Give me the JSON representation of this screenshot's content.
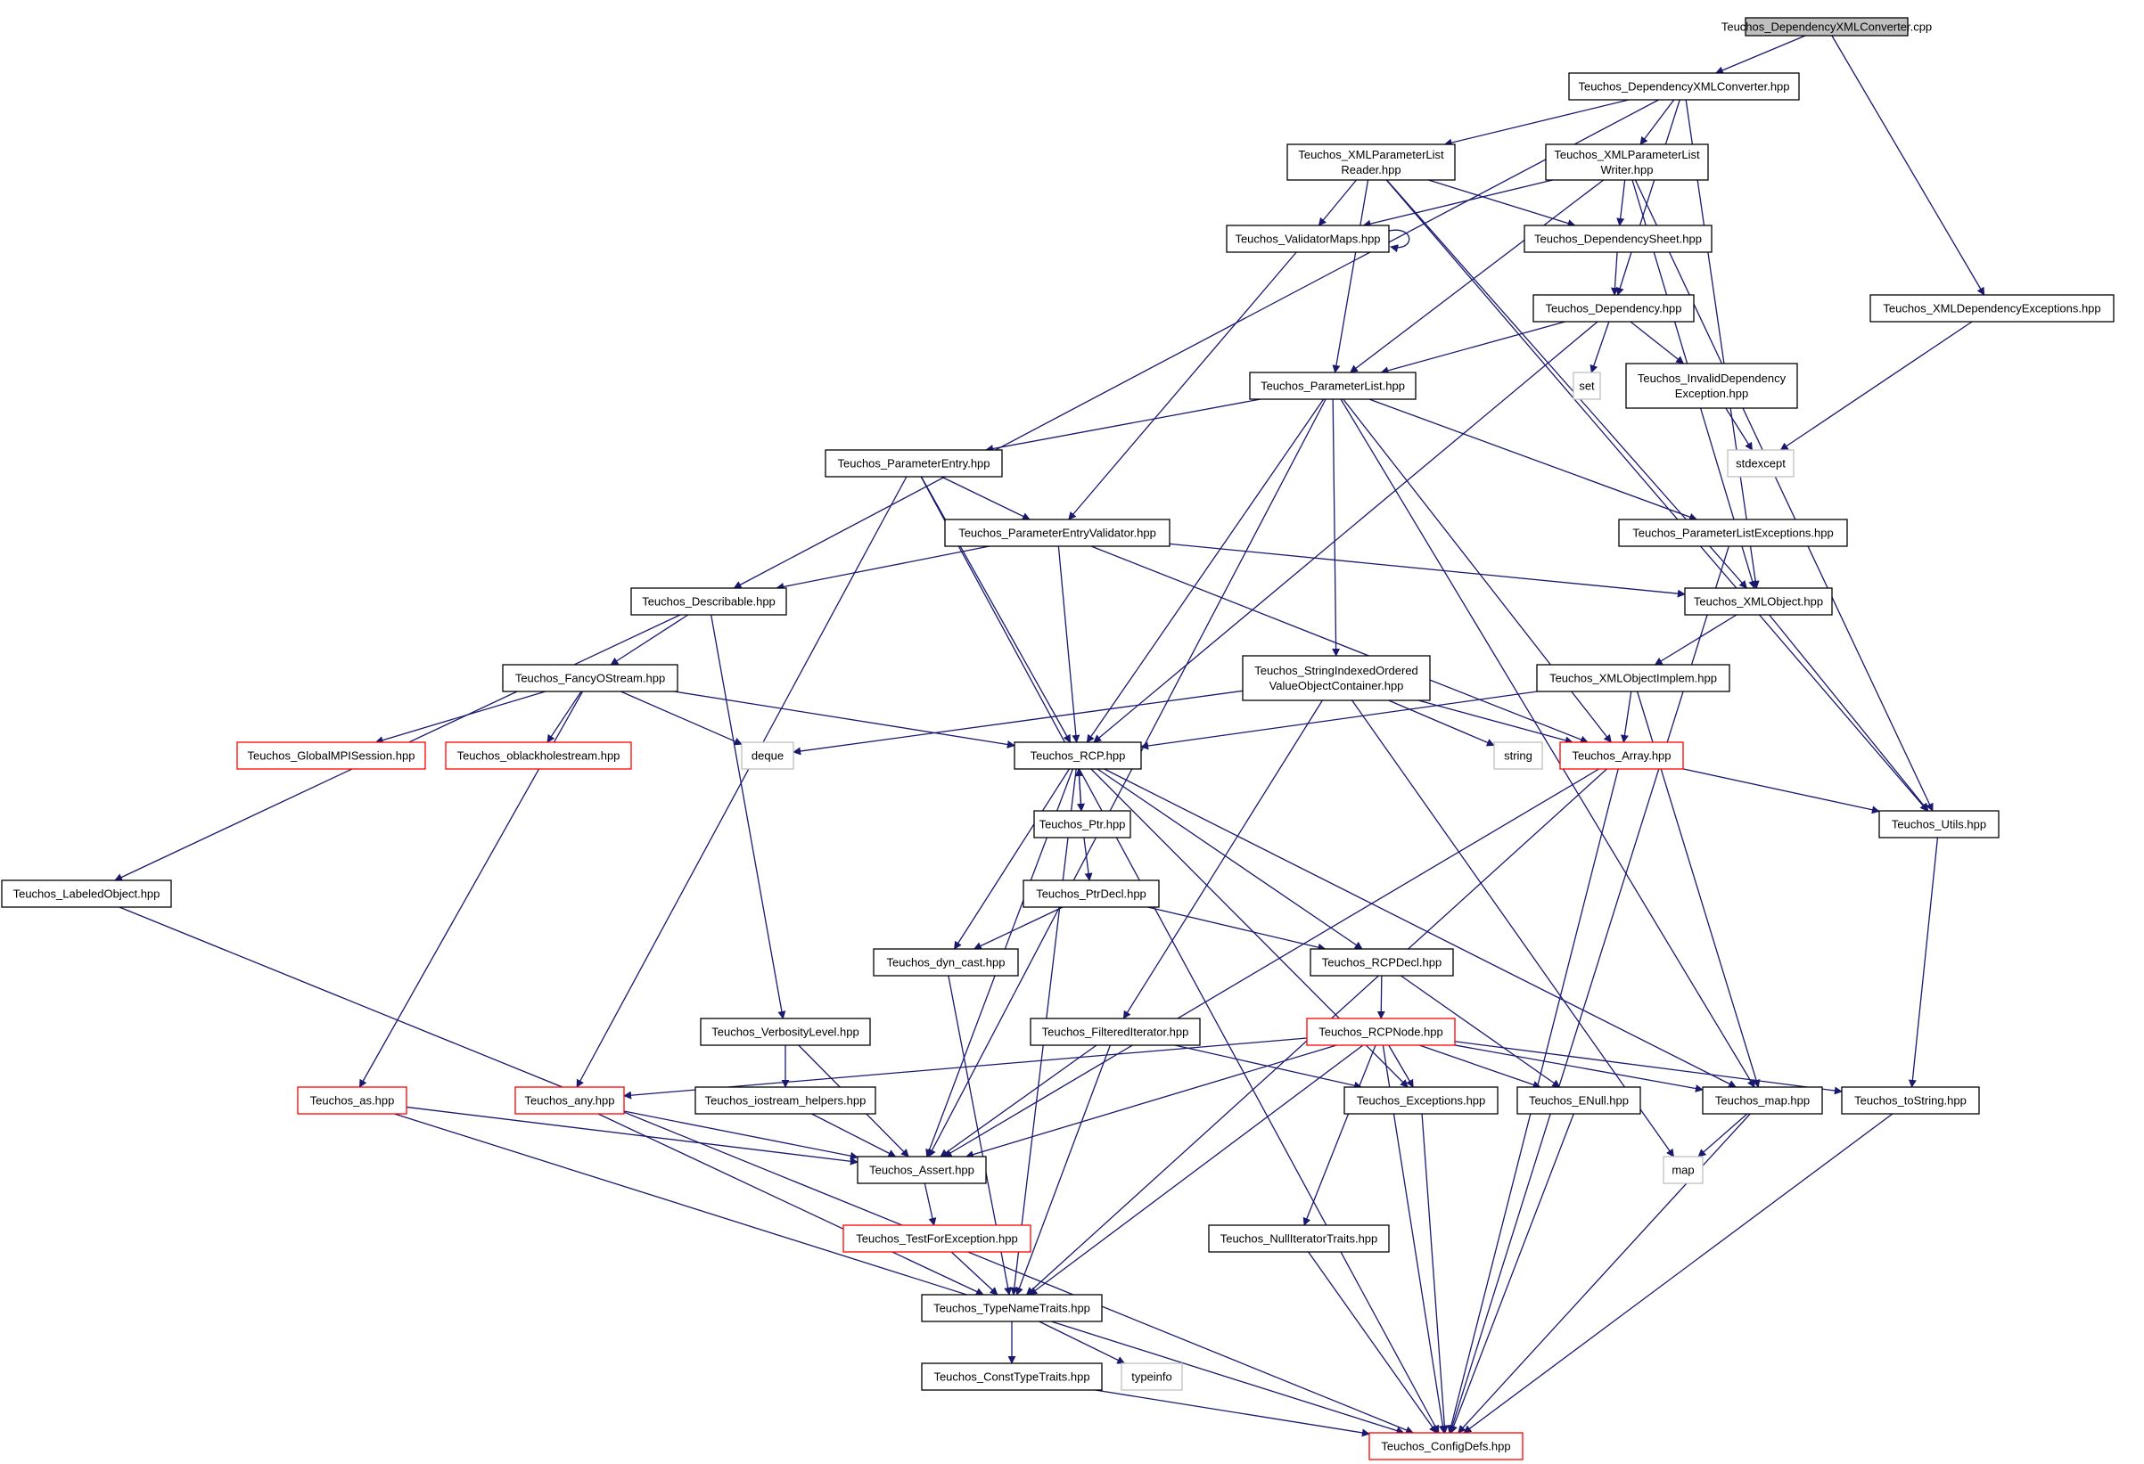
{
  "colors": {
    "edge": "#191970",
    "box_normal": "#000000",
    "box_incomplete": "#ff0000",
    "box_external": "#bfbfbf",
    "root_fill": "#bfbfbf"
  },
  "nodes": [
    {
      "id": "root",
      "label": "Teuchos_DependencyXMLConverter.cpp",
      "kind": "root"
    },
    {
      "id": "depxmlconv",
      "label": "Teuchos_DependencyXMLConverter.hpp",
      "kind": "normal"
    },
    {
      "id": "xmlplreader",
      "label": [
        "Teuchos_XMLParameterList",
        "Reader.hpp"
      ],
      "kind": "normal"
    },
    {
      "id": "xmlplwriter",
      "label": [
        "Teuchos_XMLParameterList",
        "Writer.hpp"
      ],
      "kind": "normal"
    },
    {
      "id": "validatormaps",
      "label": "Teuchos_ValidatorMaps.hpp",
      "kind": "normal"
    },
    {
      "id": "depsheet",
      "label": "Teuchos_DependencySheet.hpp",
      "kind": "normal"
    },
    {
      "id": "xmldepexc",
      "label": "Teuchos_XMLDependencyExceptions.hpp",
      "kind": "normal"
    },
    {
      "id": "dependency",
      "label": "Teuchos_Dependency.hpp",
      "kind": "normal"
    },
    {
      "id": "paramlist",
      "label": "Teuchos_ParameterList.hpp",
      "kind": "normal"
    },
    {
      "id": "set",
      "label": "set",
      "kind": "external"
    },
    {
      "id": "invaliddep",
      "label": [
        "Teuchos_InvalidDependency",
        "Exception.hpp"
      ],
      "kind": "normal"
    },
    {
      "id": "stdexcept",
      "label": "stdexcept",
      "kind": "external"
    },
    {
      "id": "paramentry",
      "label": "Teuchos_ParameterEntry.hpp",
      "kind": "normal"
    },
    {
      "id": "peval",
      "label": "Teuchos_ParameterEntryValidator.hpp",
      "kind": "normal"
    },
    {
      "id": "plexc",
      "label": "Teuchos_ParameterListExceptions.hpp",
      "kind": "normal"
    },
    {
      "id": "describable",
      "label": "Teuchos_Describable.hpp",
      "kind": "normal"
    },
    {
      "id": "xmlobject",
      "label": "Teuchos_XMLObject.hpp",
      "kind": "normal"
    },
    {
      "id": "fancyostream",
      "label": "Teuchos_FancyOStream.hpp",
      "kind": "normal"
    },
    {
      "id": "sioc",
      "label": [
        "Teuchos_StringIndexedOrdered",
        "ValueObjectContainer.hpp"
      ],
      "kind": "normal"
    },
    {
      "id": "xmlobjimpl",
      "label": "Teuchos_XMLObjectImplem.hpp",
      "kind": "normal"
    },
    {
      "id": "globalmpi",
      "label": "Teuchos_GlobalMPISession.hpp",
      "kind": "incomplete"
    },
    {
      "id": "oblackhole",
      "label": "Teuchos_oblackholestream.hpp",
      "kind": "incomplete"
    },
    {
      "id": "deque",
      "label": "deque",
      "kind": "external"
    },
    {
      "id": "rcp",
      "label": "Teuchos_RCP.hpp",
      "kind": "normal"
    },
    {
      "id": "string",
      "label": "string",
      "kind": "external"
    },
    {
      "id": "array",
      "label": "Teuchos_Array.hpp",
      "kind": "incomplete"
    },
    {
      "id": "ptr",
      "label": "Teuchos_Ptr.hpp",
      "kind": "normal"
    },
    {
      "id": "utils",
      "label": "Teuchos_Utils.hpp",
      "kind": "normal"
    },
    {
      "id": "labeledobject",
      "label": "Teuchos_LabeledObject.hpp",
      "kind": "normal"
    },
    {
      "id": "ptrdecl",
      "label": "Teuchos_PtrDecl.hpp",
      "kind": "normal"
    },
    {
      "id": "dyncast",
      "label": "Teuchos_dyn_cast.hpp",
      "kind": "normal"
    },
    {
      "id": "rcpdecl",
      "label": "Teuchos_RCPDecl.hpp",
      "kind": "normal"
    },
    {
      "id": "verbosity",
      "label": "Teuchos_VerbosityLevel.hpp",
      "kind": "normal"
    },
    {
      "id": "filtered",
      "label": "Teuchos_FilteredIterator.hpp",
      "kind": "normal"
    },
    {
      "id": "rcpnode",
      "label": "Teuchos_RCPNode.hpp",
      "kind": "incomplete"
    },
    {
      "id": "as",
      "label": "Teuchos_as.hpp",
      "kind": "incomplete"
    },
    {
      "id": "any",
      "label": "Teuchos_any.hpp",
      "kind": "incomplete"
    },
    {
      "id": "iostreamhelpers",
      "label": "Teuchos_iostream_helpers.hpp",
      "kind": "normal"
    },
    {
      "id": "exceptions",
      "label": "Teuchos_Exceptions.hpp",
      "kind": "normal"
    },
    {
      "id": "enull",
      "label": "Teuchos_ENull.hpp",
      "kind": "normal"
    },
    {
      "id": "map_hpp",
      "label": "Teuchos_map.hpp",
      "kind": "normal"
    },
    {
      "id": "tostring",
      "label": "Teuchos_toString.hpp",
      "kind": "normal"
    },
    {
      "id": "assert",
      "label": "Teuchos_Assert.hpp",
      "kind": "normal"
    },
    {
      "id": "map",
      "label": "map",
      "kind": "external"
    },
    {
      "id": "testforexc",
      "label": "Teuchos_TestForException.hpp",
      "kind": "incomplete"
    },
    {
      "id": "nulliter",
      "label": "Teuchos_NullIteratorTraits.hpp",
      "kind": "normal"
    },
    {
      "id": "typename",
      "label": "Teuchos_TypeNameTraits.hpp",
      "kind": "normal"
    },
    {
      "id": "consttype",
      "label": "Teuchos_ConstTypeTraits.hpp",
      "kind": "normal"
    },
    {
      "id": "typeinfo",
      "label": "typeinfo",
      "kind": "external"
    },
    {
      "id": "configdefs",
      "label": "Teuchos_ConfigDefs.hpp",
      "kind": "incomplete"
    }
  ],
  "edges": [
    [
      "root",
      "depxmlconv"
    ],
    [
      "root",
      "xmldepexc"
    ],
    [
      "depxmlconv",
      "xmlplreader"
    ],
    [
      "depxmlconv",
      "xmlplwriter"
    ],
    [
      "depxmlconv",
      "dependency"
    ],
    [
      "depxmlconv",
      "describable"
    ],
    [
      "depxmlconv",
      "xmlobject"
    ],
    [
      "xmlplreader",
      "validatormaps"
    ],
    [
      "xmlplreader",
      "depsheet"
    ],
    [
      "xmlplreader",
      "paramlist"
    ],
    [
      "xmlplreader",
      "xmlobject"
    ],
    [
      "xmlplreader",
      "utils"
    ],
    [
      "xmlplwriter",
      "validatormaps"
    ],
    [
      "xmlplwriter",
      "depsheet"
    ],
    [
      "xmlplwriter",
      "paramlist"
    ],
    [
      "xmlplwriter",
      "xmlobject"
    ],
    [
      "xmlplwriter",
      "utils"
    ],
    [
      "validatormaps",
      "validatormaps"
    ],
    [
      "validatormaps",
      "peval"
    ],
    [
      "depsheet",
      "dependency"
    ],
    [
      "xmldepexc",
      "stdexcept"
    ],
    [
      "dependency",
      "paramlist"
    ],
    [
      "dependency",
      "set"
    ],
    [
      "dependency",
      "invaliddep"
    ],
    [
      "dependency",
      "rcp"
    ],
    [
      "invaliddep",
      "stdexcept"
    ],
    [
      "paramlist",
      "paramentry"
    ],
    [
      "paramlist",
      "plexc"
    ],
    [
      "paramlist",
      "sioc"
    ],
    [
      "paramlist",
      "array"
    ],
    [
      "paramlist",
      "rcp"
    ],
    [
      "paramlist",
      "map_hpp"
    ],
    [
      "paramlist",
      "assert"
    ],
    [
      "paramentry",
      "peval"
    ],
    [
      "paramentry",
      "rcp"
    ],
    [
      "paramentry",
      "any"
    ],
    [
      "paramentry",
      "configdefs"
    ],
    [
      "peval",
      "describable"
    ],
    [
      "peval",
      "xmlobject"
    ],
    [
      "peval",
      "rcp"
    ],
    [
      "peval",
      "array"
    ],
    [
      "plexc",
      "configdefs"
    ],
    [
      "describable",
      "fancyostream"
    ],
    [
      "describable",
      "labeledobject"
    ],
    [
      "describable",
      "verbosity"
    ],
    [
      "xmlobject",
      "xmlobjimpl"
    ],
    [
      "xmlobject",
      "utils"
    ],
    [
      "fancyostream",
      "globalmpi"
    ],
    [
      "fancyostream",
      "oblackhole"
    ],
    [
      "fancyostream",
      "deque"
    ],
    [
      "fancyostream",
      "rcp"
    ],
    [
      "fancyostream",
      "as"
    ],
    [
      "sioc",
      "deque"
    ],
    [
      "sioc",
      "string"
    ],
    [
      "sioc",
      "array"
    ],
    [
      "sioc",
      "filtered"
    ],
    [
      "sioc",
      "map"
    ],
    [
      "xmlobjimpl",
      "rcp"
    ],
    [
      "xmlobjimpl",
      "array"
    ],
    [
      "xmlobjimpl",
      "map_hpp"
    ],
    [
      "rcp",
      "ptr"
    ],
    [
      "rcp",
      "rcpdecl"
    ],
    [
      "rcp",
      "dyncast"
    ],
    [
      "rcp",
      "exceptions"
    ],
    [
      "rcp",
      "map_hpp"
    ],
    [
      "rcp",
      "assert"
    ],
    [
      "rcp",
      "typename"
    ],
    [
      "array",
      "utils"
    ],
    [
      "array",
      "assert"
    ],
    [
      "array",
      "typename"
    ],
    [
      "array",
      "configdefs"
    ],
    [
      "ptr",
      "rcp"
    ],
    [
      "ptr",
      "ptrdecl"
    ],
    [
      "utils",
      "tostring"
    ],
    [
      "labeledobject",
      "configdefs"
    ],
    [
      "ptrdecl",
      "rcpdecl"
    ],
    [
      "ptrdecl",
      "dyncast"
    ],
    [
      "dyncast",
      "typename"
    ],
    [
      "rcpdecl",
      "rcpnode"
    ],
    [
      "rcpdecl",
      "enull"
    ],
    [
      "verbosity",
      "iostreamhelpers"
    ],
    [
      "verbosity",
      "assert"
    ],
    [
      "filtered",
      "exceptions"
    ],
    [
      "filtered",
      "assert"
    ],
    [
      "filtered",
      "typename"
    ],
    [
      "rcpnode",
      "any"
    ],
    [
      "rcpnode",
      "exceptions"
    ],
    [
      "rcpnode",
      "enull"
    ],
    [
      "rcpnode",
      "map_hpp"
    ],
    [
      "rcpnode",
      "tostring"
    ],
    [
      "rcpnode",
      "assert"
    ],
    [
      "rcpnode",
      "typename"
    ],
    [
      "rcpnode",
      "nulliter"
    ],
    [
      "rcpnode",
      "configdefs"
    ],
    [
      "as",
      "assert"
    ],
    [
      "as",
      "configdefs"
    ],
    [
      "any",
      "assert"
    ],
    [
      "any",
      "typename"
    ],
    [
      "iostreamhelpers",
      "assert"
    ],
    [
      "exceptions",
      "configdefs"
    ],
    [
      "enull",
      "configdefs"
    ],
    [
      "map_hpp",
      "map"
    ],
    [
      "map_hpp",
      "configdefs"
    ],
    [
      "tostring",
      "configdefs"
    ],
    [
      "assert",
      "testforexc"
    ],
    [
      "testforexc",
      "typename"
    ],
    [
      "nulliter",
      "configdefs"
    ],
    [
      "typename",
      "consttype"
    ],
    [
      "typename",
      "typeinfo"
    ],
    [
      "consttype",
      "configdefs"
    ]
  ]
}
